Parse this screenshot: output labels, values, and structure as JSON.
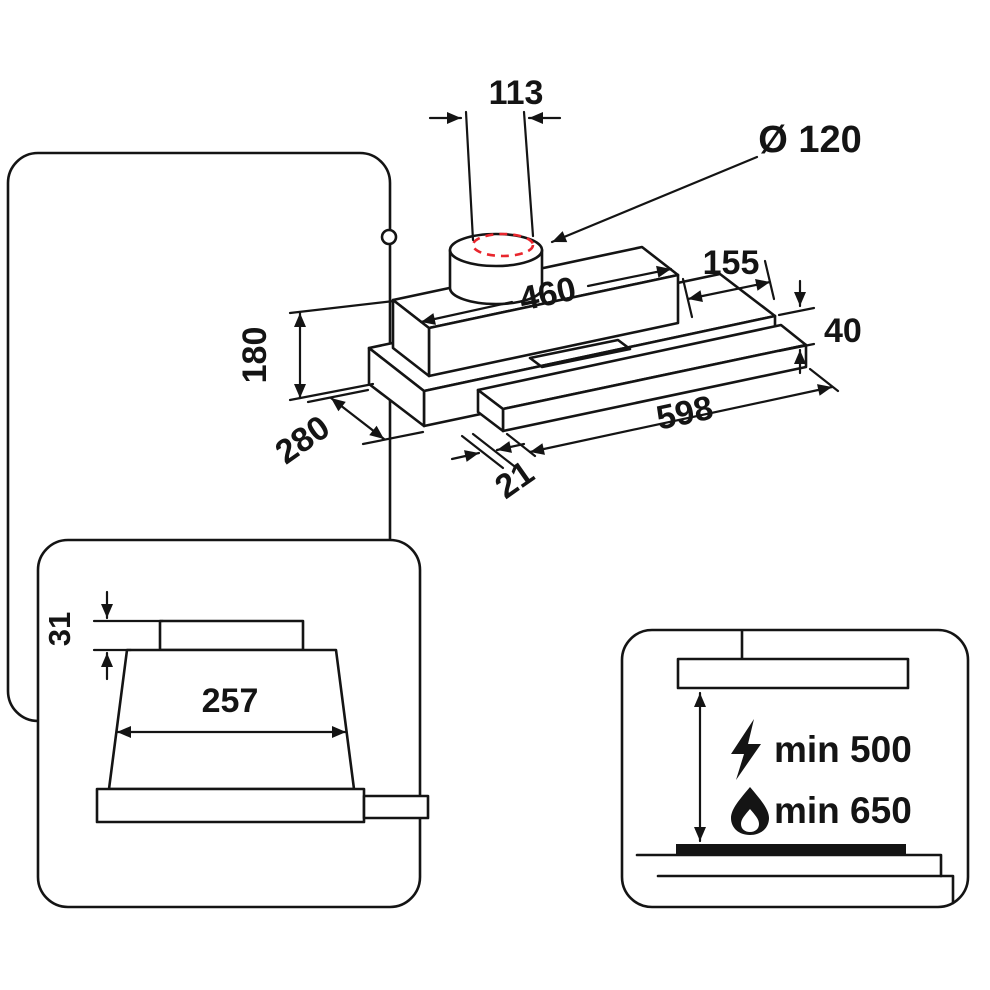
{
  "colors": {
    "line": "#141414",
    "accent_red": "#e8262d",
    "background": "#ffffff"
  },
  "isometric_view": {
    "duct_offset": "113",
    "duct_diameter": "Ø 120",
    "canopy_width": "460",
    "rear_extension": "155",
    "base_height": "40",
    "body_height": "180",
    "depth": "280",
    "total_width": "598",
    "pullout_offset": "21"
  },
  "front_view": {
    "top_section_height": "31",
    "duct_section_width": "257"
  },
  "clearance_view": {
    "electric_hob_clearance": "min 500",
    "gas_hob_clearance": "min 650",
    "icons": {
      "electric": "lightning-icon",
      "gas": "flame-icon"
    }
  }
}
